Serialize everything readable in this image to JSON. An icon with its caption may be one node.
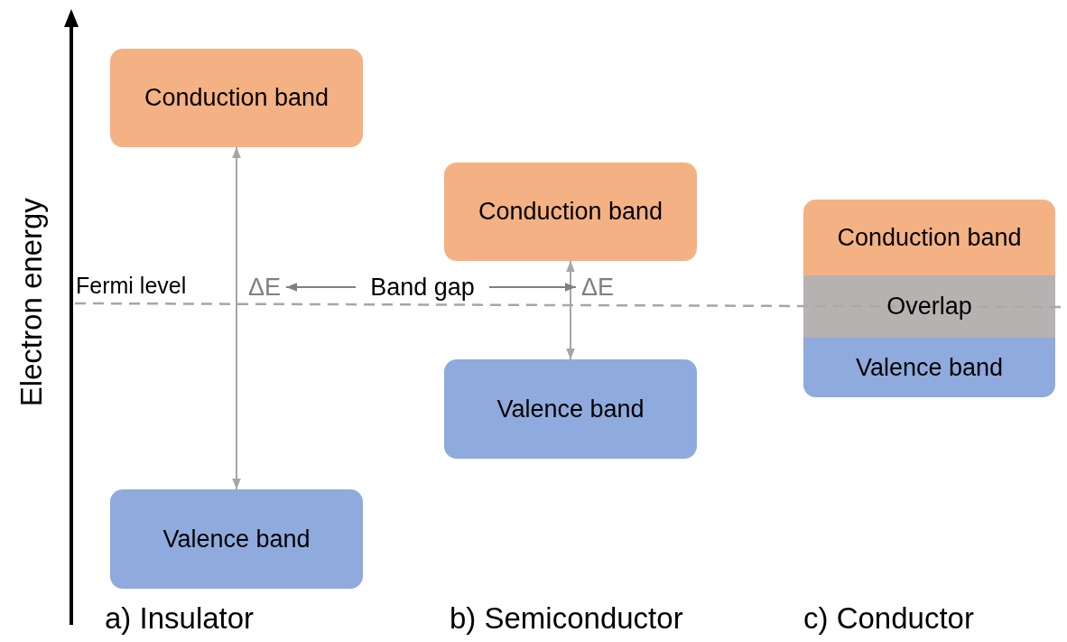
{
  "diagram": {
    "nodes": [
      {
        "text": [
          "Conduction band"
        ]
      },
      {
        "text": [
          "Valence band"
        ]
      },
      {
        "text": [
          "Conduction band"
        ]
      },
      {
        "text": [
          "Valence band"
        ]
      },
      {
        "text": [
          "Conduction band"
        ]
      },
      {
        "text": [
          "Overlap"
        ]
      },
      {
        "text": [
          "Valence band"
        ]
      },
      {
        "text": [
          "ΔE"
        ]
      },
      {
        "text": [
          "Band gap"
        ]
      },
      {
        "text": [
          "ΔE"
        ]
      }
    ],
    "edges": [
      {
        "from": 0,
        "to": 1,
        "arrow": "both"
      },
      {
        "from": 2,
        "to": 3,
        "arrow": "both"
      },
      {
        "from": 8,
        "to": 7,
        "arrow": "to",
        "color": "#7f7f7f"
      },
      {
        "from": 8,
        "to": 9,
        "arrow": "to",
        "color": "#7f7f7f"
      }
    ],
    "labels": [
      "Electron energy",
      "Fermi level",
      "a) Insulator",
      "b) Semiconductor",
      "c) Conductor"
    ]
  }
}
